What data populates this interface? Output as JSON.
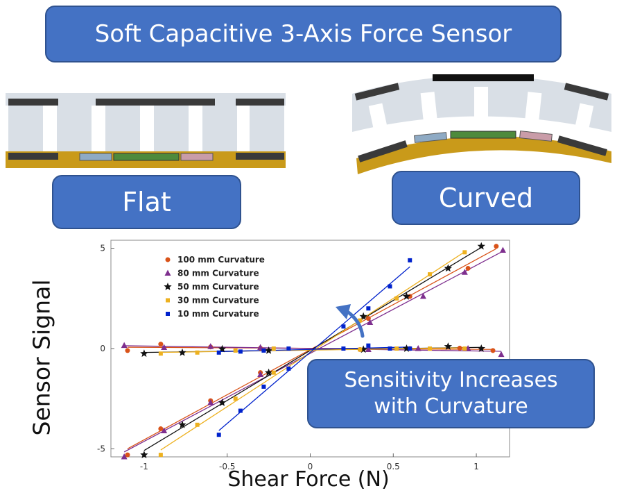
{
  "title": "Soft Capacitive 3-Axis Force Sensor",
  "labels": {
    "flat": "Flat",
    "curved": "Curved"
  },
  "callout": {
    "line1": "Sensitivity Increases",
    "line2": "with Curvature"
  },
  "colors": {
    "pill": "#4472C4",
    "pill_border": "#2F528F",
    "sensor_body": "#D9DFE6",
    "electrode": "#3A3A3A",
    "substrate": "#C99A1A",
    "pad_left": "#8EAAC4",
    "pad_center": "#4E8A3C",
    "pad_right": "#C99CA8"
  },
  "chart_data": {
    "type": "scatter",
    "xlabel": "Shear Force (N)",
    "ylabel": "Sensor Signal",
    "xlim": [
      -1.2,
      1.2
    ],
    "ylim": [
      -5.4,
      5.4
    ],
    "xticks": [
      -1,
      -0.5,
      0,
      0.5,
      1
    ],
    "yticks": [
      -5,
      0,
      5
    ],
    "tick_labels_x": [
      "-1",
      "-0.5",
      "0",
      "0.5",
      "1"
    ],
    "tick_labels_y": [
      "-5",
      "0",
      "5"
    ],
    "legend_position": "top-left",
    "series": [
      {
        "name": "100 mm Curvature",
        "color": "#D95319",
        "marker": "circle",
        "points": [
          [
            -1.1,
            -5.3
          ],
          [
            -0.9,
            -4.0
          ],
          [
            -0.6,
            -2.6
          ],
          [
            -0.3,
            -1.2
          ],
          [
            0.35,
            1.5
          ],
          [
            0.6,
            2.6
          ],
          [
            0.95,
            4.0
          ],
          [
            1.12,
            5.1
          ]
        ],
        "cross_points": [
          [
            -1.1,
            -0.1
          ],
          [
            -0.9,
            0.22
          ],
          [
            -0.6,
            0.08
          ],
          [
            -0.3,
            0.02
          ],
          [
            0.3,
            -0.05
          ],
          [
            0.6,
            0.0
          ],
          [
            0.9,
            0.02
          ],
          [
            1.1,
            -0.1
          ]
        ]
      },
      {
        "name": "80 mm Curvature",
        "color": "#7E2F8E",
        "marker": "triangle",
        "points": [
          [
            -1.12,
            -5.4
          ],
          [
            -0.88,
            -4.1
          ],
          [
            -0.6,
            -2.7
          ],
          [
            -0.3,
            -1.3
          ],
          [
            0.36,
            1.3
          ],
          [
            0.68,
            2.6
          ],
          [
            0.93,
            3.8
          ],
          [
            1.16,
            4.9
          ]
        ],
        "cross_points": [
          [
            -1.12,
            0.15
          ],
          [
            -0.88,
            0.05
          ],
          [
            -0.6,
            0.1
          ],
          [
            -0.3,
            0.05
          ],
          [
            0.35,
            -0.05
          ],
          [
            0.65,
            0.0
          ],
          [
            0.95,
            0.0
          ],
          [
            1.15,
            -0.3
          ]
        ]
      },
      {
        "name": "50 mm Curvature",
        "color": "#111111",
        "marker": "star",
        "points": [
          [
            -1.0,
            -5.3
          ],
          [
            -0.77,
            -3.8
          ],
          [
            -0.53,
            -2.7
          ],
          [
            -0.25,
            -1.2
          ],
          [
            0.32,
            1.6
          ],
          [
            0.58,
            2.6
          ],
          [
            0.83,
            4.0
          ],
          [
            1.03,
            5.1
          ]
        ],
        "cross_points": [
          [
            -1.0,
            -0.25
          ],
          [
            -0.77,
            -0.2
          ],
          [
            -0.53,
            -0.02
          ],
          [
            -0.25,
            -0.1
          ],
          [
            0.32,
            -0.05
          ],
          [
            0.58,
            0.0
          ],
          [
            0.83,
            0.1
          ],
          [
            1.03,
            0.0
          ]
        ]
      },
      {
        "name": "30 mm Curvature",
        "color": "#EDB120",
        "marker": "square",
        "points": [
          [
            -0.9,
            -5.3
          ],
          [
            -0.68,
            -3.8
          ],
          [
            -0.45,
            -2.5
          ],
          [
            -0.22,
            -1.2
          ],
          [
            0.3,
            1.4
          ],
          [
            0.52,
            2.5
          ],
          [
            0.72,
            3.7
          ],
          [
            0.93,
            4.8
          ]
        ],
        "cross_points": [
          [
            -0.9,
            -0.25
          ],
          [
            -0.68,
            -0.2
          ],
          [
            -0.45,
            -0.1
          ],
          [
            -0.22,
            0.0
          ],
          [
            0.3,
            -0.05
          ],
          [
            0.52,
            0.0
          ],
          [
            0.72,
            0.0
          ],
          [
            0.93,
            0.0
          ]
        ]
      },
      {
        "name": "10 mm Curvature",
        "color": "#0022CC",
        "marker": "square",
        "points": [
          [
            -0.55,
            -4.3
          ],
          [
            -0.42,
            -3.1
          ],
          [
            -0.28,
            -1.9
          ],
          [
            -0.13,
            -1.0
          ],
          [
            0.2,
            1.1
          ],
          [
            0.35,
            2.0
          ],
          [
            0.48,
            3.1
          ],
          [
            0.6,
            4.4
          ]
        ],
        "cross_points": [
          [
            -0.55,
            -0.2
          ],
          [
            -0.42,
            -0.15
          ],
          [
            -0.28,
            -0.1
          ],
          [
            -0.13,
            0.0
          ],
          [
            0.2,
            0.0
          ],
          [
            0.35,
            0.15
          ],
          [
            0.48,
            0.0
          ],
          [
            0.6,
            0.0
          ]
        ]
      }
    ]
  }
}
